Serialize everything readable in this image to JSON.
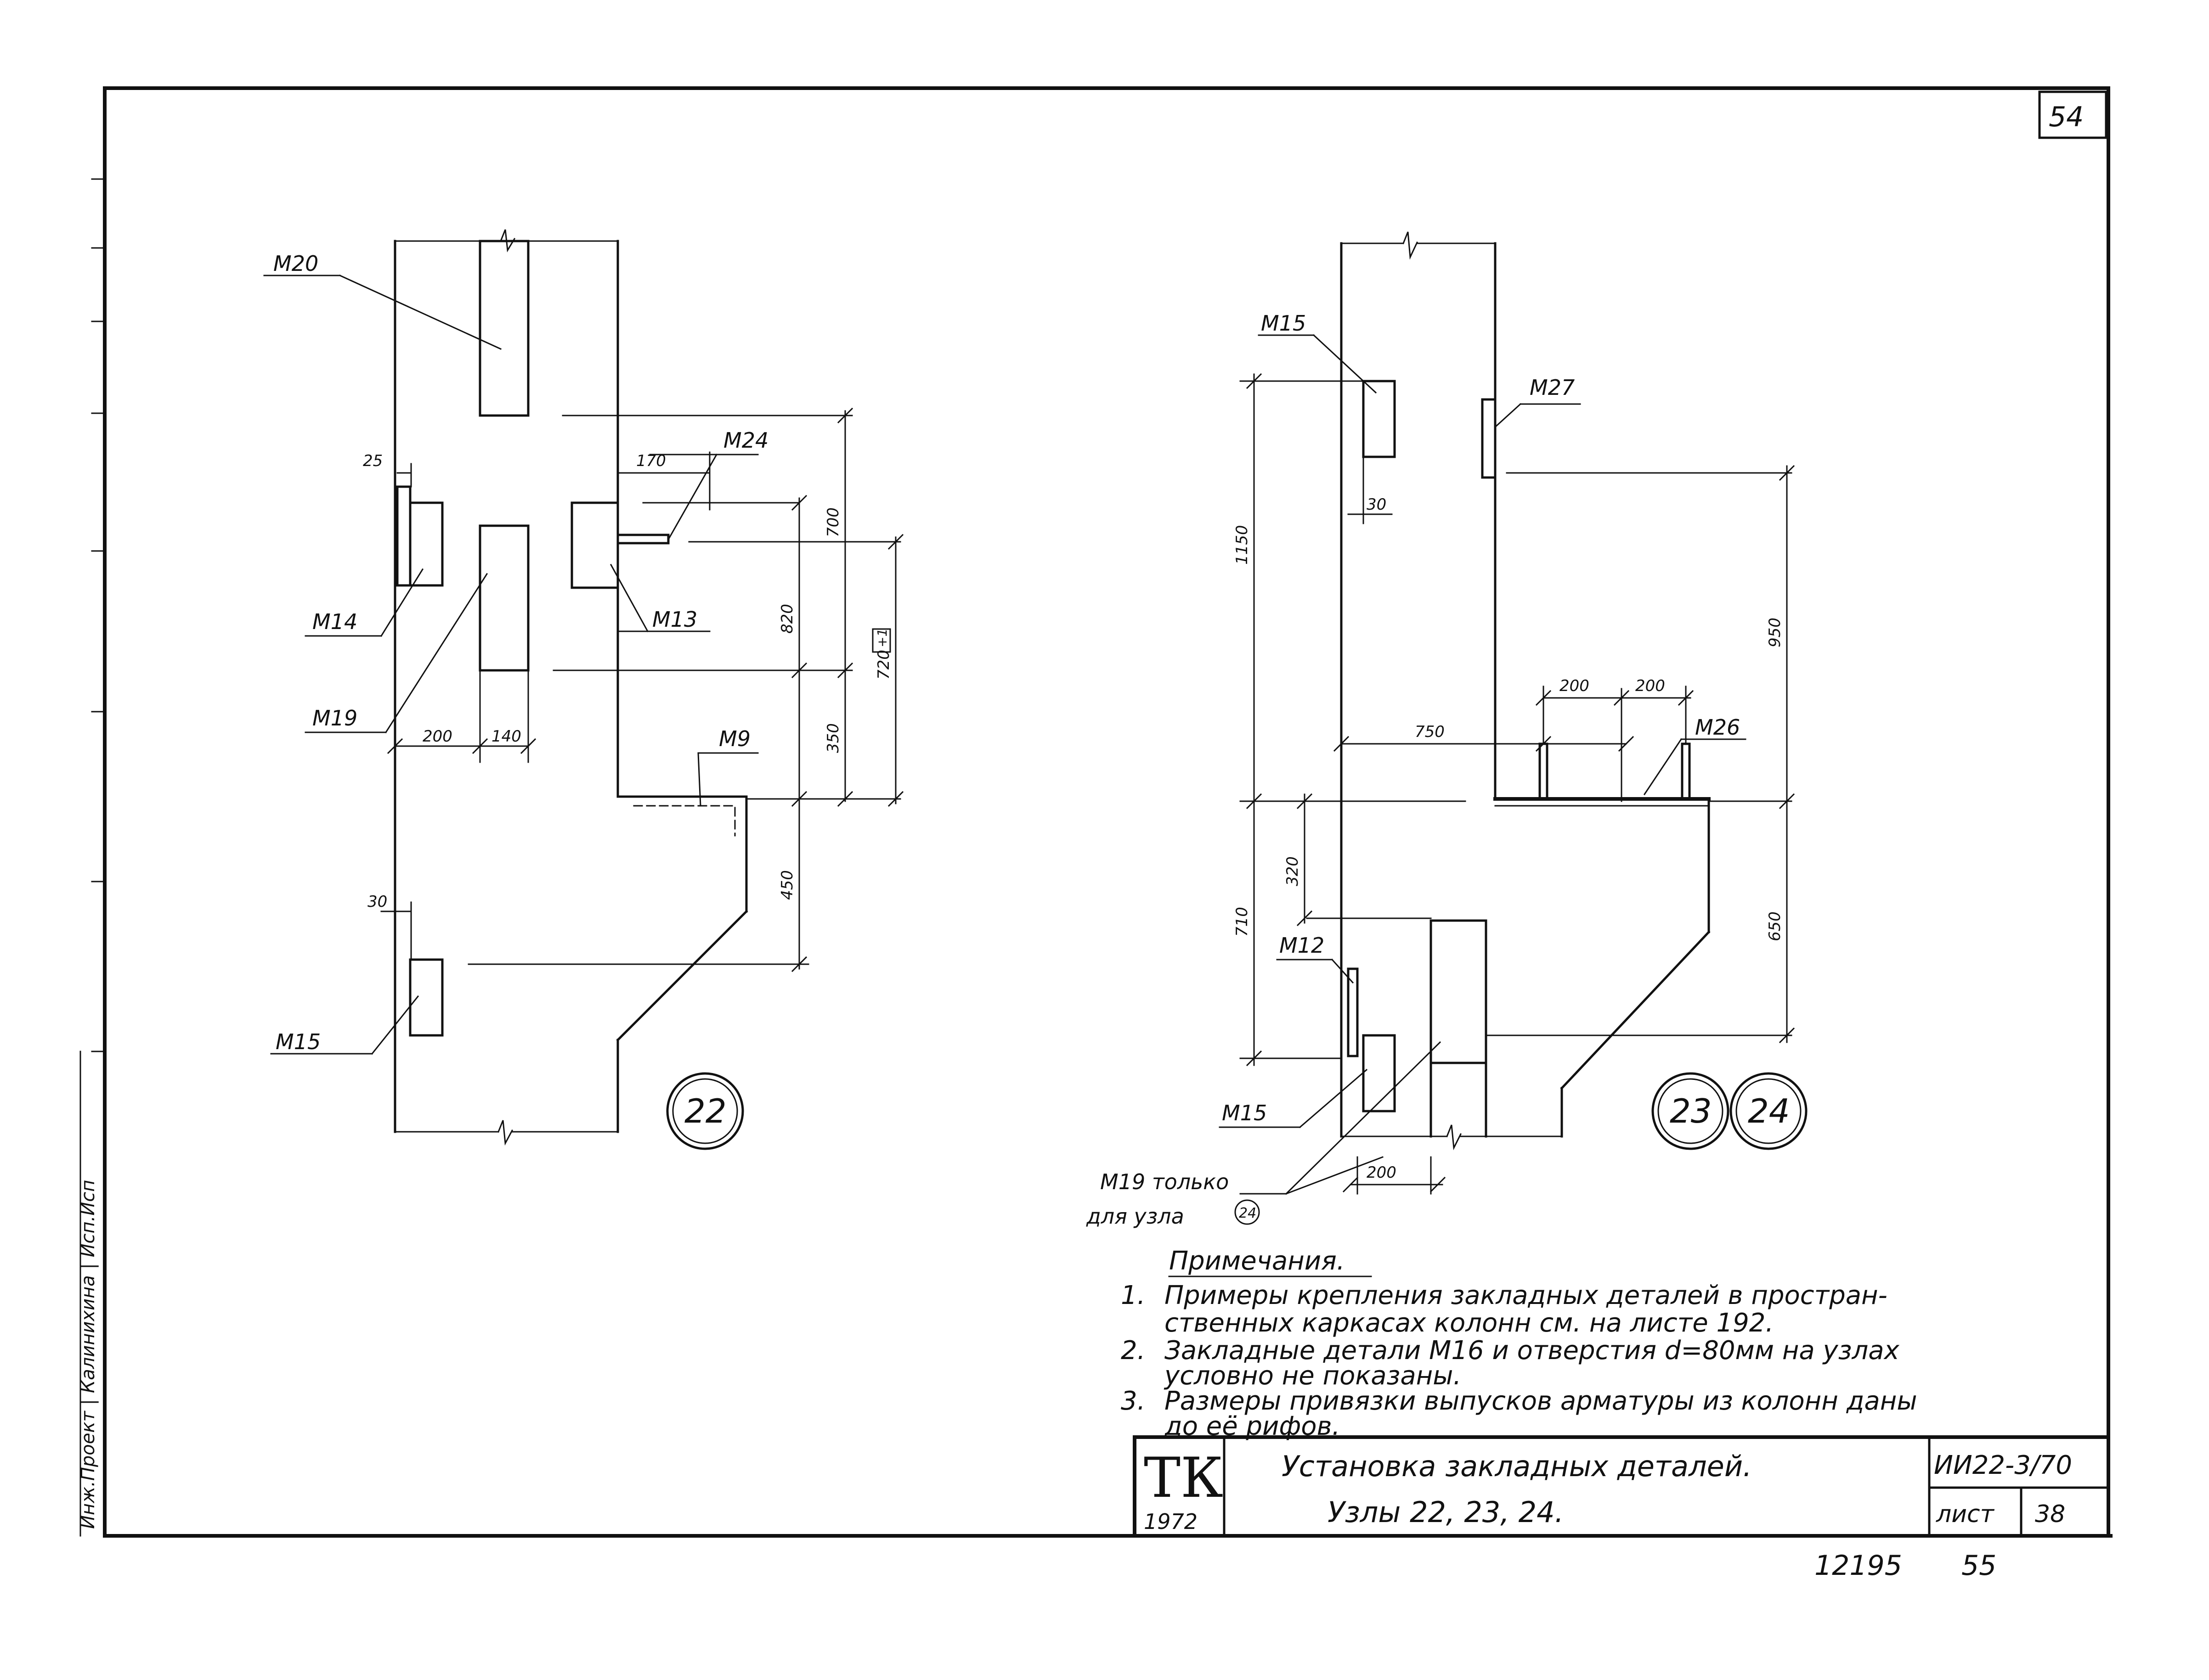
{
  "sheet": {
    "page_number": "54",
    "bottom_left_number": "12195",
    "bottom_right_number": "55"
  },
  "side_strip": {
    "text": "Инж.Проект | Калинихина | Исп.Исп"
  },
  "node22": {
    "node_label": "22",
    "labels": [
      "M20",
      "M24",
      "M14",
      "M13",
      "M19",
      "M9",
      "M15"
    ],
    "dims": [
      "25",
      "170",
      "700",
      "820",
      "720",
      "350",
      "200",
      "140",
      "450",
      "30"
    ],
    "box_mark": "+1"
  },
  "node2324": {
    "node_label_a": "23",
    "node_label_b": "24",
    "labels": [
      "M15",
      "M27",
      "M26",
      "M12",
      "M15"
    ],
    "dims": [
      "1150",
      "30",
      "950",
      "200",
      "200",
      "750",
      "320",
      "710",
      "650",
      "200"
    ],
    "m19_note_line1": "M19 только",
    "m19_note_line2": "для узла",
    "m19_note_node": "24"
  },
  "notes": {
    "heading": "Примечания.",
    "items": [
      {
        "num": "1.",
        "line1": "Примеры крепления закладных деталей в простран-",
        "line2": "ственных каркасах колонн см. на листе 192."
      },
      {
        "num": "2.",
        "line1": "Закладные детали М16 и отверстия d=80мм на узлах",
        "line2": "условно не показаны."
      },
      {
        "num": "3.",
        "line1": "Размеры привязки выпусков арматуры из колонн даны",
        "line2": "до её рифов."
      }
    ]
  },
  "title_block": {
    "logo": "ТК",
    "year": "1972",
    "title_line1": "Установка закладных деталей.",
    "title_line2": "Узлы 22, 23, 24.",
    "code": "ИИ22-3/70",
    "sheet_label": "лист",
    "sheet_value": "38"
  }
}
